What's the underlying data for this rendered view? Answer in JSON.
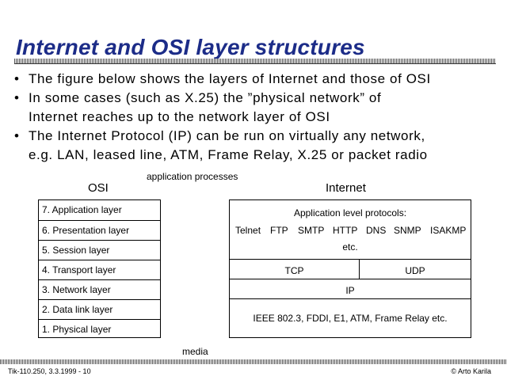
{
  "title": "Internet and OSI layer structures",
  "bullets": [
    [
      "The figure below shows the layers of Internet and those of OSI"
    ],
    [
      "In some cases (such as X.25) the ”physical network” of",
      "Internet reaches up to the network layer of OSI"
    ],
    [
      "The Internet Protocol (IP) can be run on virtually any network,",
      "e.g.  LAN, leased line, ATM, Frame Relay, X.25 or packet radio"
    ]
  ],
  "bullet_symbol": "•",
  "diagram": {
    "osi_label": "OSI",
    "internet_label": "Internet",
    "top_label": "application processes",
    "bottom_label": "media",
    "osi_layers": [
      "7. Application layer",
      "6. Presentation layer",
      "5. Session layer",
      "4. Transport layer",
      "3. Network layer",
      "2. Data link layer",
      "1. Physical layer"
    ],
    "internet": {
      "app_heading": "Application level protocols:",
      "protocols": [
        "Telnet",
        "FTP",
        "SMTP",
        "HTTP",
        "DNS",
        "SNMP",
        "ISAKMP"
      ],
      "etc": "etc.",
      "tcp": "TCP",
      "udp": "UDP",
      "ip": "IP",
      "link": "IEEE 802.3, FDDI, E1, ATM, Frame Relay etc."
    }
  },
  "footer": {
    "left": "Tik-110.250, 3.3.1999 - 10",
    "right": "© Arto Karila"
  }
}
